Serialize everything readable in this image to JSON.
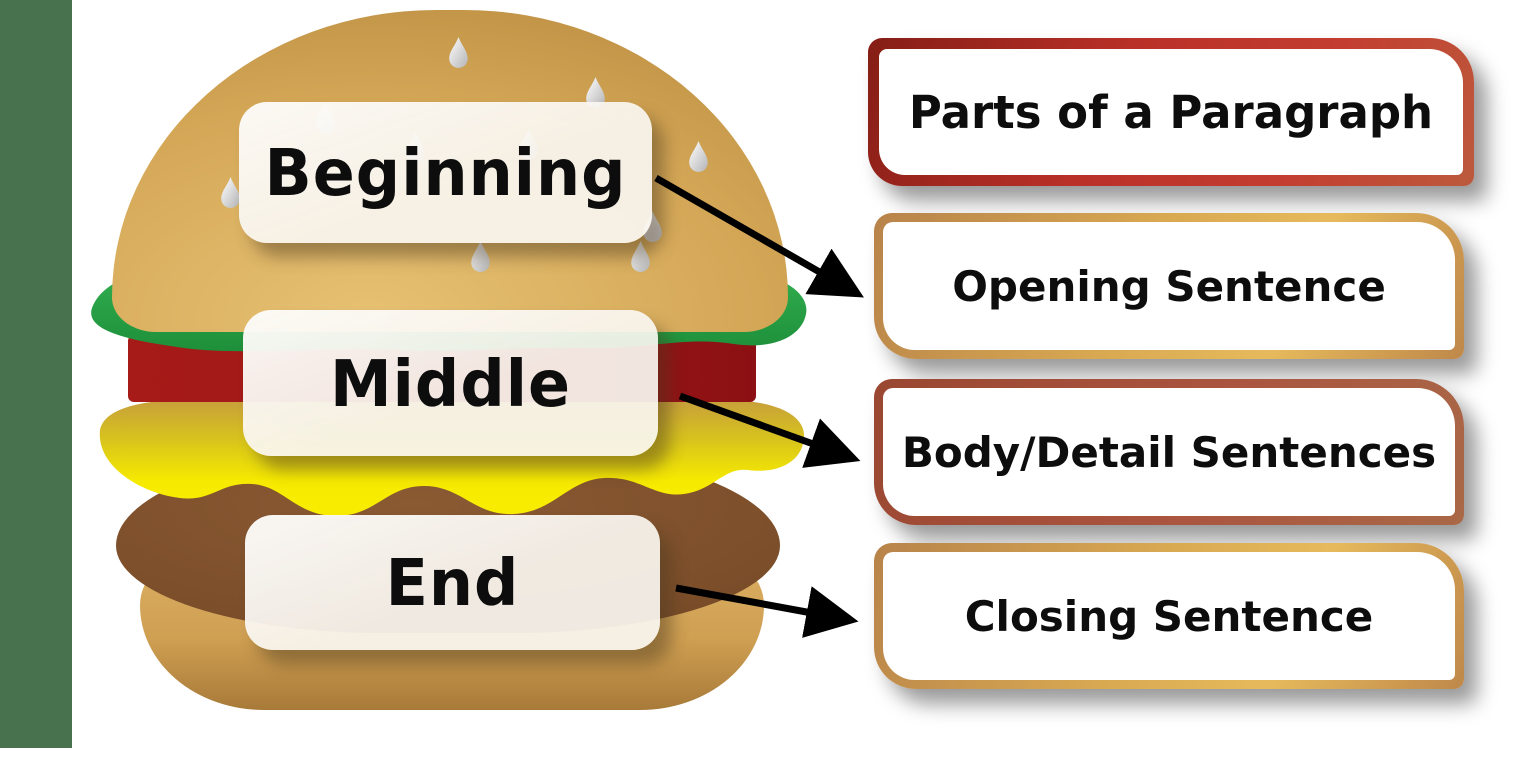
{
  "title_box": {
    "label": "Parts of a Paragraph"
  },
  "burger_labels": [
    {
      "text": "Beginning"
    },
    {
      "text": "Middle"
    },
    {
      "text": "End"
    }
  ],
  "part_boxes": [
    {
      "label": "Opening Sentence"
    },
    {
      "label": "Body/Detail Sentences"
    },
    {
      "label": "Closing Sentence"
    }
  ],
  "connections": [
    {
      "from": "Beginning",
      "to": "Opening Sentence"
    },
    {
      "from": "Middle",
      "to": "Body/Detail Sentences"
    },
    {
      "from": "End",
      "to": "Closing Sentence"
    }
  ],
  "colors": {
    "stripe-green": "#48714e",
    "bun-light": "#e7c173",
    "bun-mid": "#d4a757",
    "bun-dark": "#ac7c33",
    "lettuce-light": "#32b050",
    "lettuce-dark": "#1e8f3a",
    "tomato-red": "#9d1717",
    "cheese-shadow": "#c79f3c",
    "cheese-light": "#f6ea00",
    "patty-light": "#8a5a33",
    "patty-dark": "#64401f",
    "bottombun-light": "#dcb065",
    "bottombun-dark": "#a87a38",
    "label-bg": "#f9f5ef",
    "title-border-dark": "#851e16",
    "title-border-light": "#c33d30",
    "gold-border-dark": "#b8834a",
    "gold-border-light": "#e6ba5c",
    "brick-border-dark": "#9a4732",
    "brick-border-light": "#a96847",
    "arrow-black": "#000000",
    "text-black": "#0d0d0d"
  }
}
